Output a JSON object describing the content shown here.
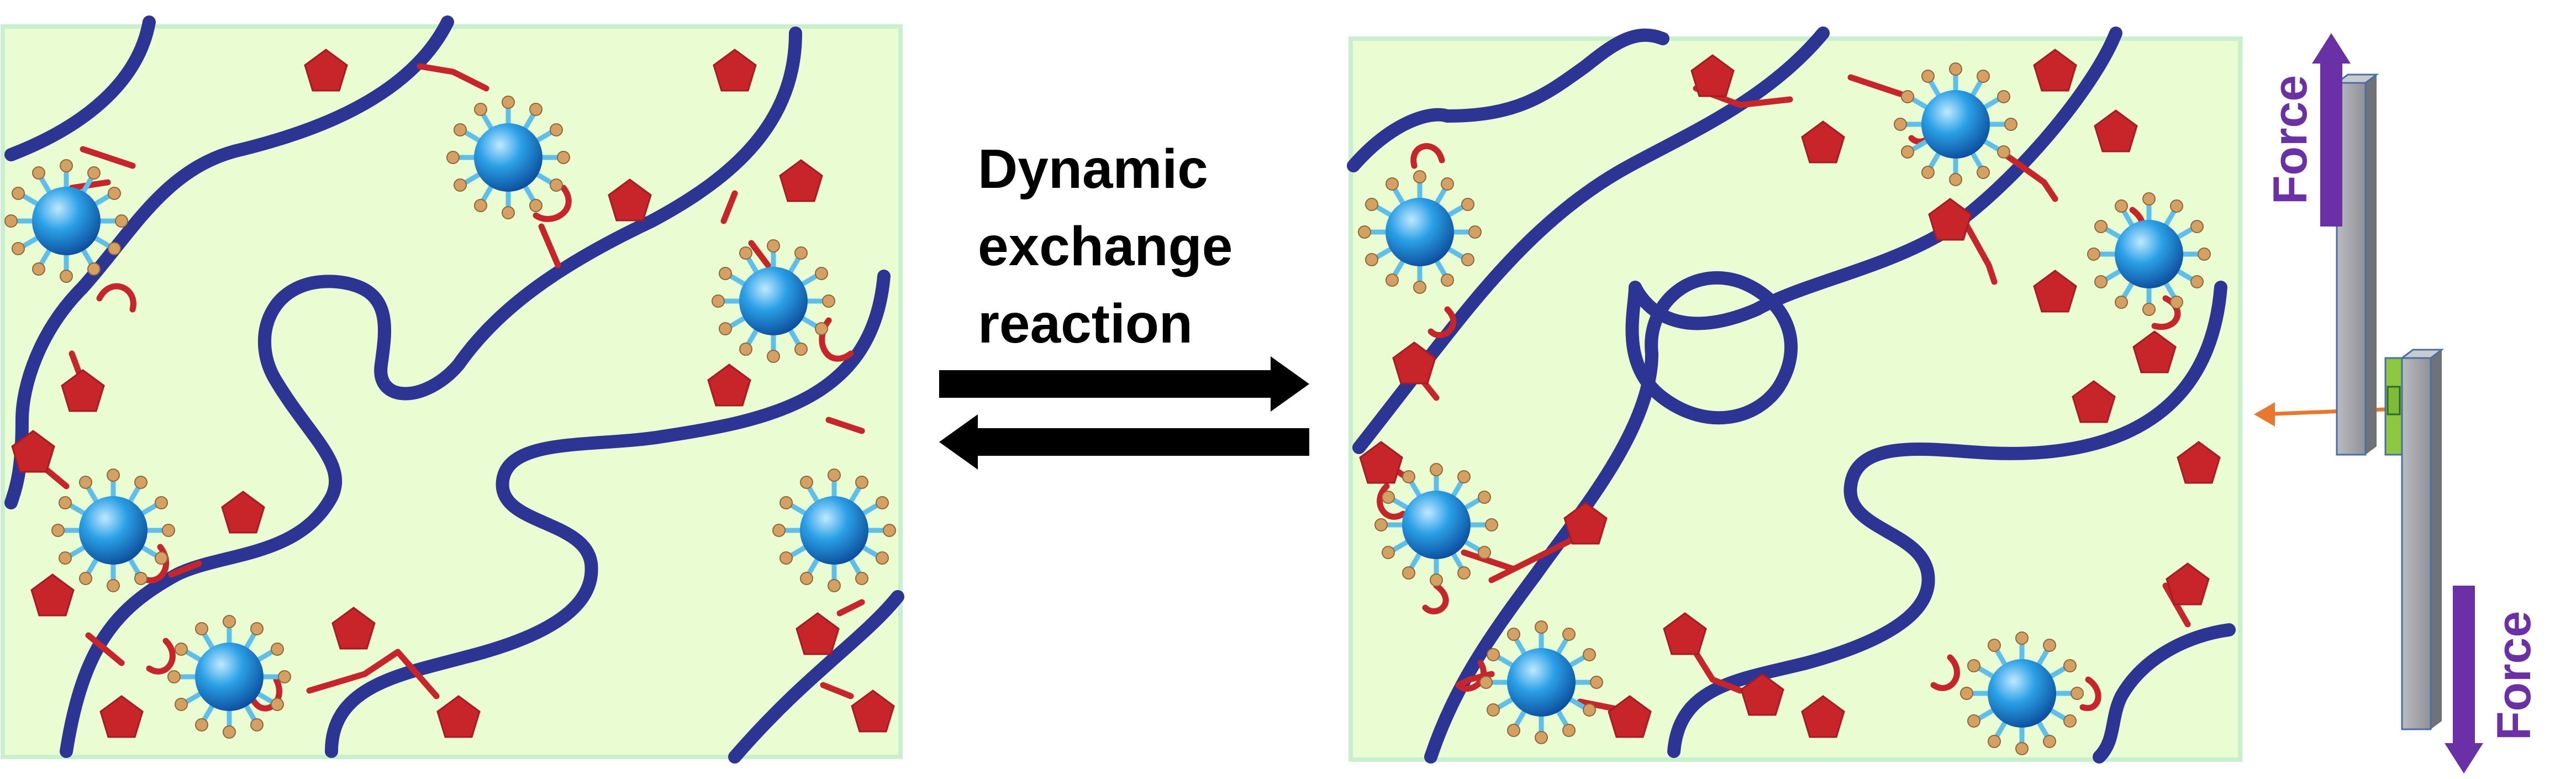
{
  "reaction_label": {
    "line1": "Dynamic",
    "line2": "exchange",
    "line3": "reaction"
  },
  "force_labels": {
    "top": "Force",
    "bottom": "Force"
  },
  "colors": {
    "network_background": "#eafcd1",
    "network_border": "#c9f0cd",
    "polymer_chain": "#2c3593",
    "crosslinker_core": "#1d86cf",
    "crosslinker_spike": "#5ec0ea",
    "crosslinker_tip": "#d6a062",
    "dynamic_bond": "#c8252b",
    "pendant_group": "#c8252b",
    "reaction_arrow": "#000000",
    "force_arrow": "#6b2fa6",
    "lap_joint_adherend": "#a7a9ad",
    "lap_joint_adhesive": "#8dc63f",
    "pointer_arrow": "#e8782e"
  },
  "icons": {
    "crosslinker": "star-nanoparticle-icon",
    "pendant_group": "pentagon-icon",
    "lap_shear_specimen": "lap-shear-joint-icon"
  }
}
